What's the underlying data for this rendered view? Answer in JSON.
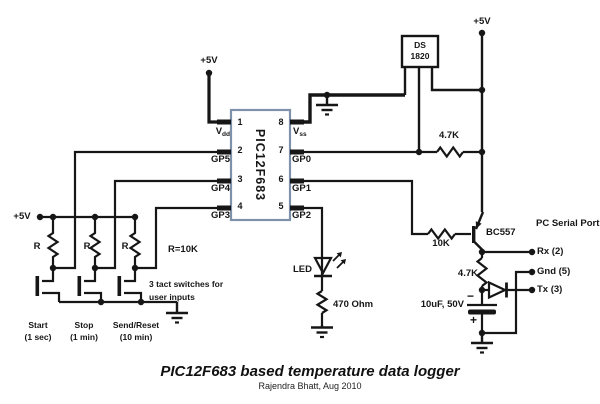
{
  "title": {
    "main": "PIC12F683 based temperature data logger",
    "author": "Rajendra Bhatt, Aug 2010"
  },
  "power": {
    "vdd_top": "+5V",
    "sensor_rail": "+5V",
    "switch_rail": "+5V"
  },
  "ic": {
    "part": "PIC12F683",
    "pin_numbers": {
      "p1": "1",
      "p2": "2",
      "p3": "3",
      "p4": "4",
      "p5": "5",
      "p6": "6",
      "p7": "7",
      "p8": "8"
    },
    "left_labels": {
      "vdd_base": "V",
      "vdd_sub": "dd",
      "gp5": "GP5",
      "gp4": "GP4",
      "gp3": "GP3"
    },
    "right_labels": {
      "vss_base": "V",
      "vss_sub": "ss",
      "gp0": "GP0",
      "gp1": "GP1",
      "gp2": "GP2"
    }
  },
  "sensor": {
    "line1": "DS",
    "line2": "1820"
  },
  "resistors": {
    "sensor_pullup": "4.7K",
    "base": "10K",
    "emitter": "4.7K",
    "led": "470 Ohm",
    "r1": "R",
    "r2": "R",
    "r3": "R",
    "r_note": "R=10K"
  },
  "led": {
    "label": "LED"
  },
  "transistor": {
    "label": "BC557"
  },
  "capacitor": {
    "label": "10uF, 50V",
    "minus": "−",
    "plus": "+"
  },
  "serial": {
    "title": "PC Serial Port",
    "rx": "Rx (2)",
    "gnd": "Gnd (5)",
    "tx": "Tx (3)"
  },
  "switches": {
    "note1": "3 tact switches for",
    "note2": "user inputs",
    "start_name": "Start",
    "start_time": "(1 sec)",
    "stop_name": "Stop",
    "stop_time": "(1 min)",
    "send_name": "Send/Reset",
    "send_time": "(10 min)"
  },
  "colors": {
    "wire": "#161616",
    "ic_border": "#7e91aa"
  }
}
